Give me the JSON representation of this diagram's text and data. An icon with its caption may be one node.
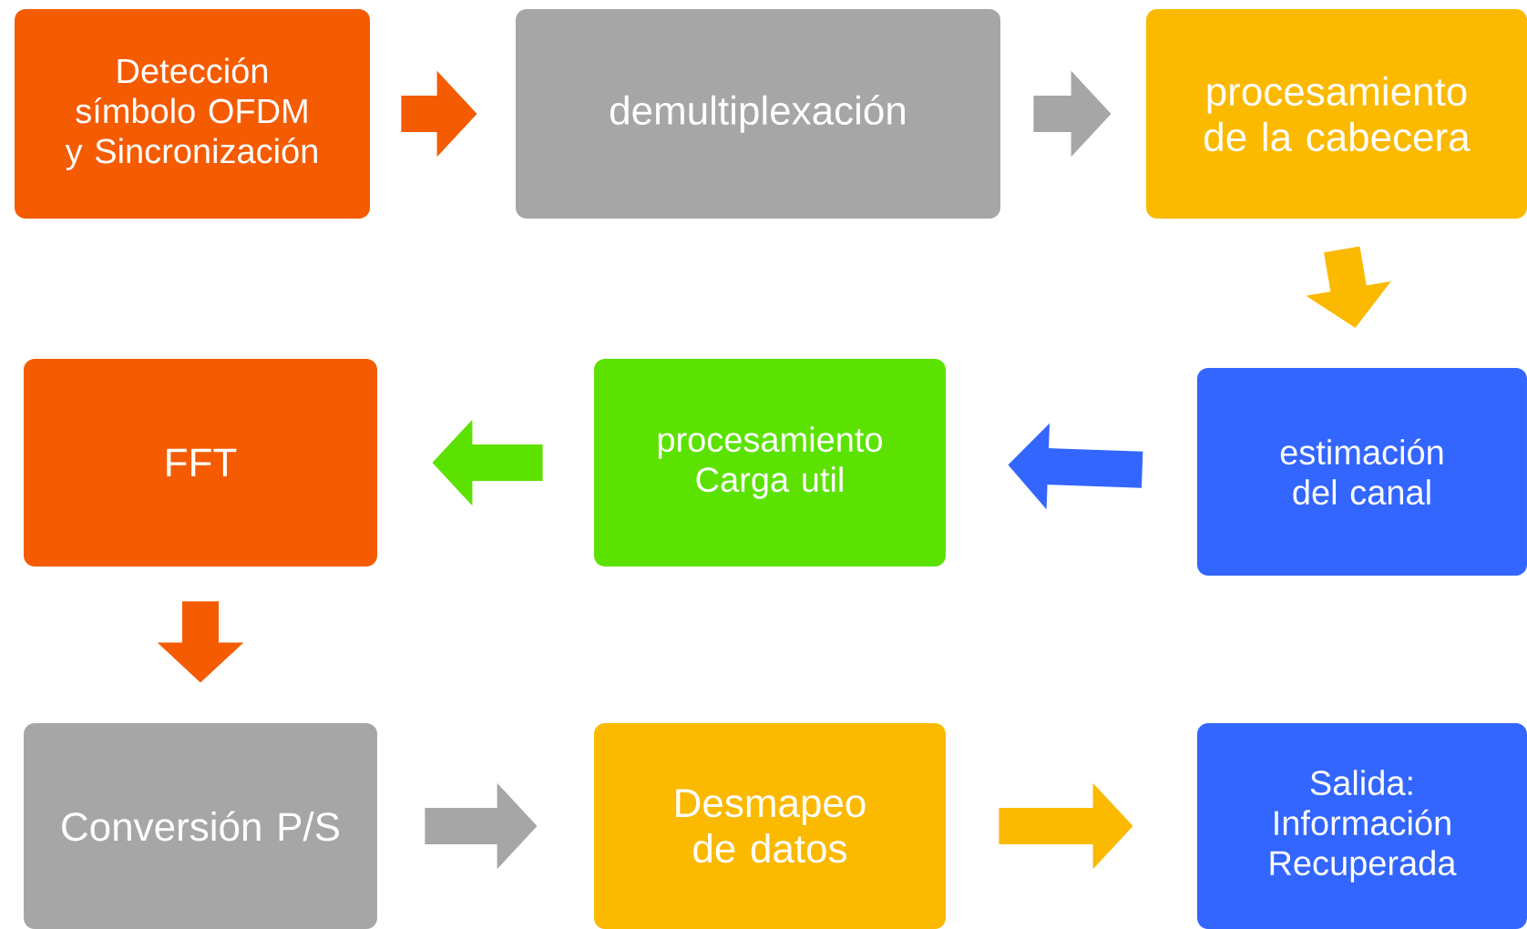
{
  "diagram": {
    "nodes": [
      {
        "text": [
          "Detección símbolo OFDM y Sincronización"
        ]
      },
      {
        "text": [
          "demultiplexación"
        ]
      },
      {
        "text": [
          "procesamiento de la cabecera"
        ]
      },
      {
        "text": [
          "estimación del canal"
        ]
      },
      {
        "text": [
          "procesamiento Carga util"
        ]
      },
      {
        "text": [
          "FFT"
        ]
      },
      {
        "text": [
          "Conversión P/S"
        ]
      },
      {
        "text": [
          "Desmapeo de datos"
        ]
      },
      {
        "text": [
          "Salida: Información Recuperada"
        ]
      }
    ],
    "edges": [
      {
        "from": 0,
        "to": 1,
        "arrow": "to",
        "color": "#f55b00"
      },
      {
        "from": 1,
        "to": 2,
        "arrow": "to",
        "color": "#a6a6a6"
      },
      {
        "from": 2,
        "to": 3,
        "arrow": "to",
        "color": "#fbb900"
      },
      {
        "from": 3,
        "to": 4,
        "arrow": "to",
        "color": "#3366ff"
      },
      {
        "from": 4,
        "to": 5,
        "arrow": "to",
        "color": "#5ce200"
      },
      {
        "from": 5,
        "to": 6,
        "arrow": "to",
        "color": "#f55b00"
      },
      {
        "from": 6,
        "to": 7,
        "arrow": "to",
        "color": "#a6a6a6"
      },
      {
        "from": 7,
        "to": 8,
        "arrow": "to",
        "color": "#fbb900"
      }
    ]
  }
}
